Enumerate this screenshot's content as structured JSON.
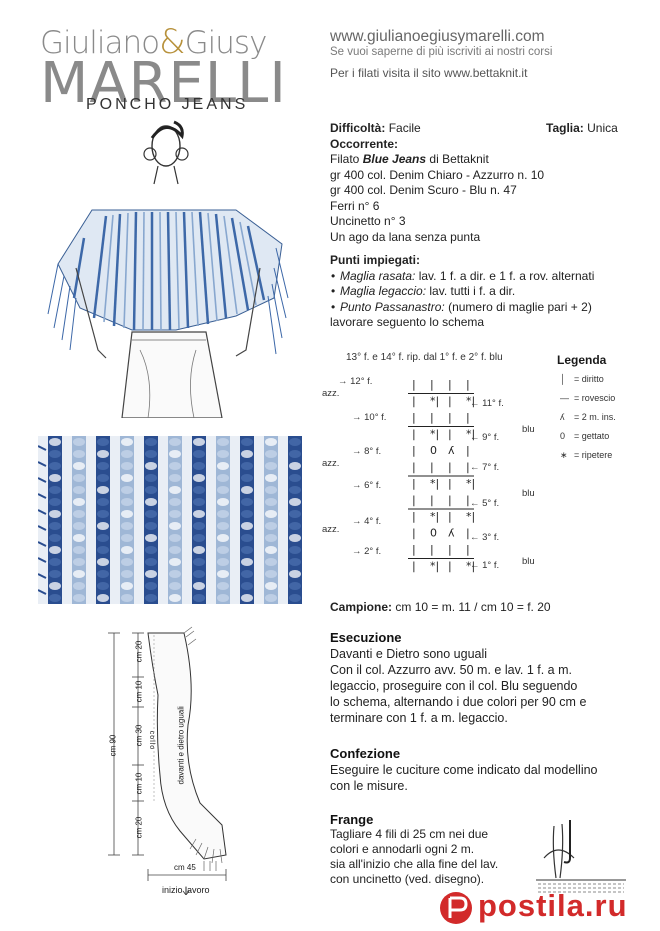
{
  "brand": {
    "line1a": "Giuliano",
    "amp": "&",
    "line1b": "Giusy",
    "line2": "MARELLI",
    "product": "PONCHO JEANS"
  },
  "site": {
    "url": "www.giulianoegiusymarelli.com",
    "note": "Se vuoi saperne di più iscriviti ai nostri corsi",
    "yarn": "Per i filati visita il sito www.bettaknit.it"
  },
  "specs": {
    "difficulty_label": "Difficoltà:",
    "difficulty_value": "Facile",
    "size_label": "Taglia:",
    "size_value": "Unica",
    "needed_label": "Occorrente:",
    "yarn_prefix": "Filato",
    "yarn_name": "Blue Jeans",
    "yarn_suffix": "di Bettaknit",
    "line2": "gr 400 col. Denim Chiaro - Azzurro n. 10",
    "line3": "gr 400 col. Denim Scuro - Blu n. 47",
    "line4": "Ferri n° 6",
    "line5": "Uncinetto n° 3",
    "line6": "Un ago da lana senza punta"
  },
  "stitches": {
    "title": "Punti impiegati:",
    "items": [
      {
        "name": "Maglia rasata:",
        "desc": "lav. 1 f. a dir. e 1 f. a rov. alternati"
      },
      {
        "name": "Maglia legaccio:",
        "desc": "lav. tutti i f. a dir."
      },
      {
        "name": "Punto Passanastro:",
        "desc": "(numero di maglie pari + 2)"
      }
    ],
    "tail": "lavorare seguento lo schema"
  },
  "chart": {
    "header": "13° f. e 14° f. rip. dal 1° f. e 2° f. blu",
    "legend_title": "Legenda",
    "legend": [
      "= diritto",
      "= rovescio",
      "= 2 m. ins.",
      "= gettato",
      "= ripetere"
    ],
    "left_labels": [
      "→ 12° f.",
      "→ 10° f.",
      "→ 8° f.",
      "→ 6° f.",
      "→ 4° f.",
      "→ 2° f."
    ],
    "right_labels": [
      "← 11° f.",
      "← 9° f.",
      "← 7° f.",
      "← 5° f.",
      "← 3° f.",
      "← 1° f."
    ],
    "azz_labels": [
      "azz.",
      "azz.",
      "azz."
    ],
    "blu_labels": [
      "blu",
      "blu",
      "blu"
    ]
  },
  "gauge": {
    "label": "Campione:",
    "value": "cm 10 = m. 11 / cm 10 = f. 20"
  },
  "execution": {
    "title": "Esecuzione",
    "l1": "Davanti e Dietro sono uguali",
    "l2": "Con il col. Azzurro avv. 50 m. e lav. 1 f. a m.",
    "l3": "legaccio, proseguire con il col. Blu seguendo",
    "l4": "lo schema, alternando i due colori per 90 cm e",
    "l5": "terminare con 1 f. a m. legaccio."
  },
  "assembly": {
    "title": "Confezione",
    "l1": "Eseguire le cuciture come indicato dal modellino",
    "l2": "con le misure."
  },
  "fringe": {
    "title": "Frange",
    "l1": "Tagliare 4 fili di 25 cm nei due",
    "l2": "colori e annodarli ogni 2 m.",
    "l3": "sia all'inizio che alla fine del lav.",
    "l4": "con uncinetto (ved. disegno)."
  },
  "schema": {
    "v1": "cm 20",
    "v2": "cm 10",
    "v3": "cm 30",
    "v4": "cm 10",
    "v5": "cm 20",
    "total": "cm 90",
    "collo": "collo",
    "front_back": "davanti e dietro uguali",
    "width": "cm 45",
    "start": "inizio lavoro"
  },
  "watermark": {
    "text": "postila.ru"
  },
  "colors": {
    "accent": "#b7913b",
    "denim_light": "#9fb7d6",
    "denim_dark": "#2a4d8f",
    "watermark": "#d22a2a"
  }
}
